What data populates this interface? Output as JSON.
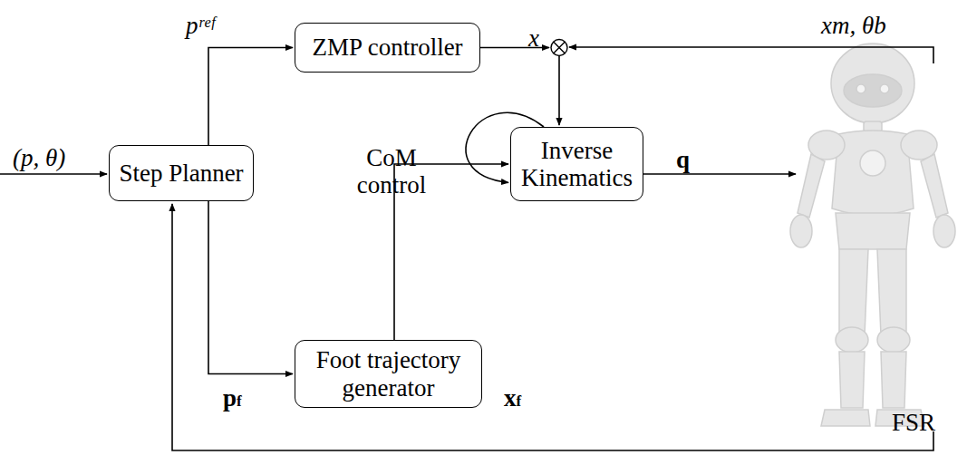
{
  "diagram": {
    "nodes": [
      {
        "text": [
          "Step Planner"
        ]
      },
      {
        "text": [
          "ZMP controller"
        ]
      },
      {
        "text": [
          "Inverse Kinematics"
        ]
      },
      {
        "text": [
          "Foot trajectory generator"
        ]
      }
    ],
    "edges": [
      {
        "from": 0,
        "to": 1,
        "arrow": "to",
        "label": "pʳᵉᶠ"
      },
      {
        "from": 1,
        "to": 2,
        "arrow": "to",
        "label": "x"
      },
      {
        "from": 2,
        "to": 2,
        "arrow": "to",
        "label": "CoM control"
      },
      {
        "from": 0,
        "to": 3,
        "arrow": "to",
        "label": "pf"
      },
      {
        "from": 3,
        "to": 2,
        "arrow": "to",
        "label": "xf"
      }
    ],
    "labels": [
      "(p, θ)",
      "xm, θb",
      "q",
      "FSR"
    ]
  }
}
